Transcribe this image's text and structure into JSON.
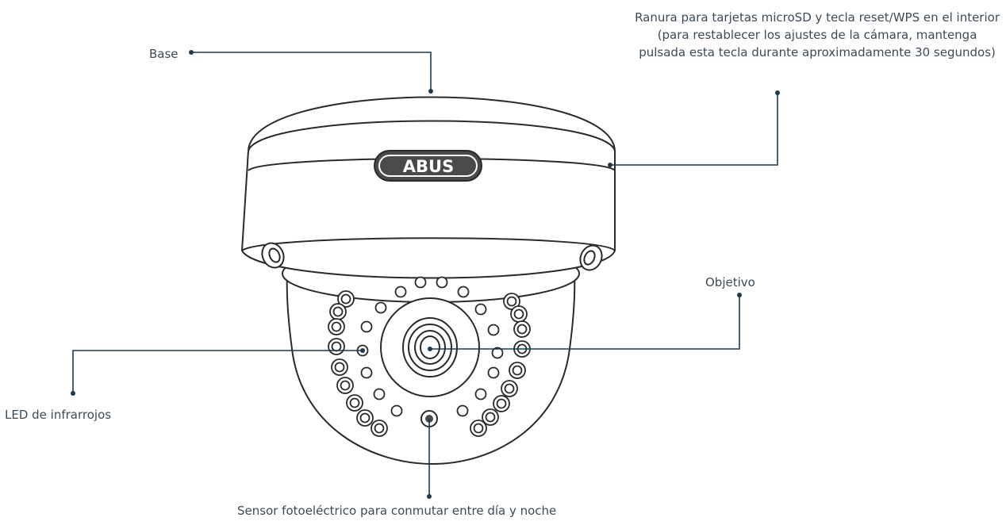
{
  "colors": {
    "leader_line": "#1e3a4f",
    "label_text": "#3d4a56",
    "camera_outline": "#2a2a2a",
    "logo_fill": "#4a4a4a",
    "logo_text": "#ffffff"
  },
  "brand": "ABUS",
  "labels": {
    "base": "Base",
    "slot": [
      "Ranura para tarjetas microSD y tecla reset/WPS en el interior",
      "(para restablecer los ajustes de la cámara, mantenga",
      "pulsada esta tecla durante aproximadamente 30 segundos)"
    ],
    "objetivo": "Objetivo",
    "led": "LED de infrarrojos",
    "sensor": "Sensor fotoeléctrico para conmutar entre día y noche"
  }
}
